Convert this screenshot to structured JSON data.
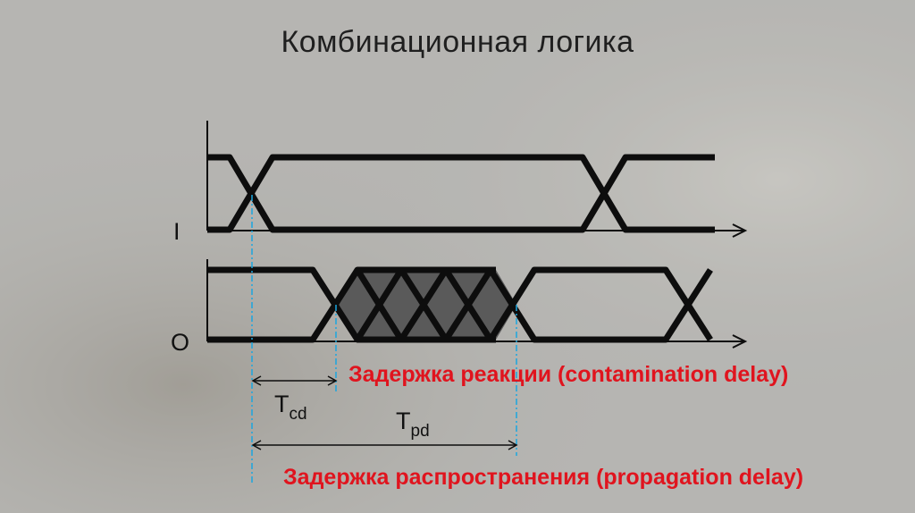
{
  "title": "Комбинационная логика",
  "signals": {
    "input_label": "I",
    "output_label": "O"
  },
  "timing": {
    "tcd_main": "T",
    "tcd_sub": "cd",
    "tpd_main": "T",
    "tpd_sub": "pd"
  },
  "annotations": {
    "contamination": "Задержка реакции (contamination delay)",
    "propagation": "Задержка распространения (propagation delay)"
  },
  "colors": {
    "signal": "#0d0d0d",
    "guide": "#1aa6e0",
    "annotation": "#e0141e",
    "hatch": "#5a5a5a"
  }
}
